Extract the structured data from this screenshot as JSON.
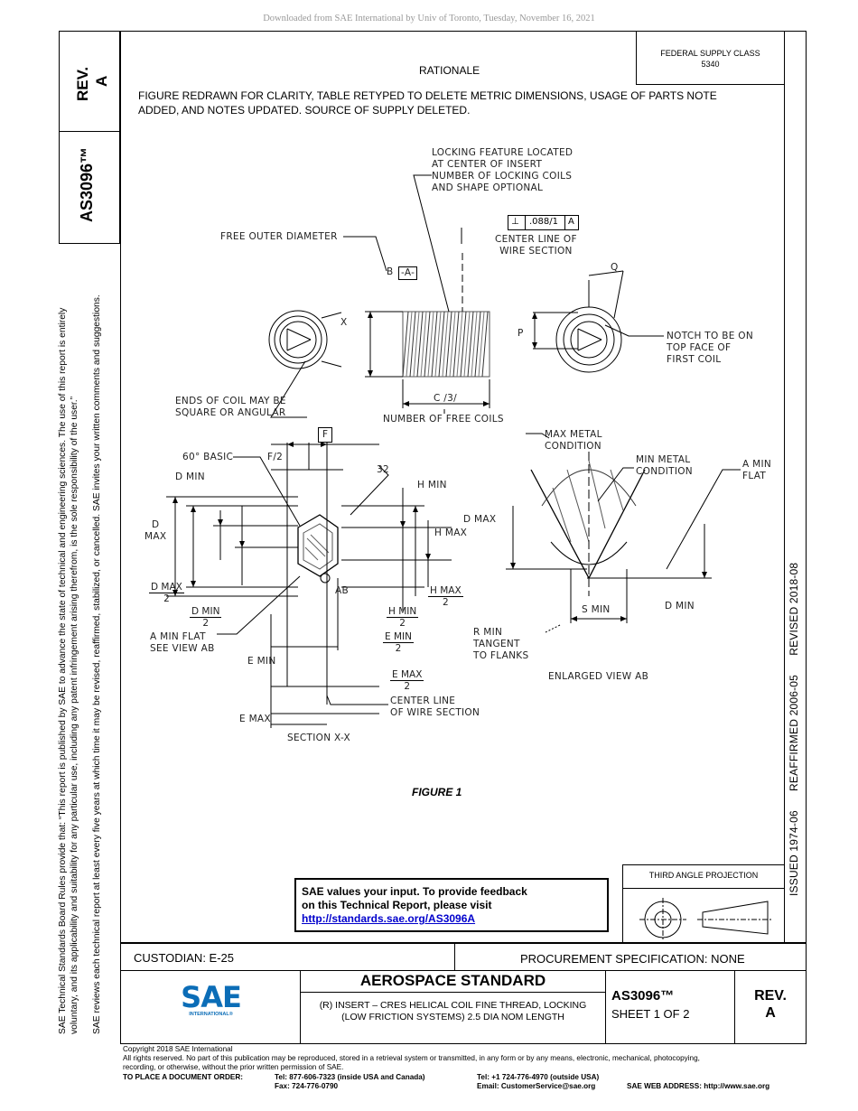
{
  "header": {
    "download_note": "Downloaded from SAE International by Univ of Toronto, Tuesday, November 16, 2021"
  },
  "side_tab": {
    "rev_label": "REV.",
    "rev_value": "A",
    "doc_number": "AS3096™"
  },
  "federal_supply": {
    "label": "FEDERAL SUPPLY CLASS",
    "value": "5340"
  },
  "rationale": {
    "title": "RATIONALE",
    "line1": "FIGURE REDRAWN FOR CLARITY, TABLE RETYPED TO DELETE METRIC DIMENSIONS, USAGE OF PARTS NOTE",
    "line2": "ADDED, AND NOTES UPDATED. SOURCE OF SUPPLY DELETED."
  },
  "left_margin": {
    "line1": "SAE Technical Standards Board Rules provide that: “This report is published by SAE to advance the state of technical and engineering sciences. The use of this report is entirely",
    "line2": "voluntary, and its applicability and suitability for any particular use, including any patent infringement arising therefrom, is the sole responsibility of the user.”",
    "line3": "SAE reviews each technical report at least every five years at which time it may be revised, reaffirmed, stabilized, or cancelled. SAE invites your written comments and suggestions."
  },
  "right_margin": {
    "dates": "ISSUED 1974-06      REAFFIRMED 2006-05      REVISED 2018-08"
  },
  "drawing": {
    "locking_feature": [
      "LOCKING FEATURE LOCATED",
      "AT CENTER OF INSERT",
      "NUMBER OF LOCKING COILS",
      "AND SHAPE OPTIONAL"
    ],
    "tolerance_symbol": "⊥",
    "tolerance_value": ".088/1",
    "tolerance_datum": "A",
    "center_line_wire": [
      "CENTER LINE OF",
      "WIRE SECTION"
    ],
    "free_outer_diameter": "FREE OUTER DIAMETER",
    "datum_b": "B",
    "datum_a": "-A-",
    "q": "Q",
    "p": "P",
    "x": "X",
    "notch": [
      "NOTCH TO BE ON",
      "TOP FACE OF",
      "FIRST COIL"
    ],
    "ends_of_coil": [
      "ENDS OF COIL MAY BE",
      "SQUARE OR ANGULAR"
    ],
    "c3": "C /3/",
    "free_coils": "NUMBER OF FREE COILS",
    "f_box": "F",
    "sixty_basic": "60° BASIC",
    "f2": "F/2",
    "thirty_two": "32",
    "d_min": "D MIN",
    "h_min": "H MIN",
    "d_max_top": "D",
    "d_max_bot": "MAX",
    "h_max": "H MAX",
    "d_max_label": "D MAX",
    "d_max_frac_n": "D MAX",
    "d_max_frac_d": "2",
    "ab": "AB",
    "h_max_frac_n": "H MAX",
    "h_max_frac_d": "2",
    "d_min_frac_n": "D MIN",
    "d_min_frac_d": "2",
    "h_min_frac_n": "H MIN",
    "h_min_frac_d": "2",
    "a_min_flat_view": [
      "A MIN FLAT",
      "SEE VIEW AB"
    ],
    "e_min_frac_n": "E MIN",
    "e_min_frac_d": "2",
    "e_min": "E MIN",
    "e_max_frac_n": "E MAX",
    "e_max_frac_d": "2",
    "center_line_wire2": [
      "CENTER LINE",
      "OF WIRE SECTION"
    ],
    "e_max": "E MAX",
    "section_xx": "SECTION X-X",
    "max_metal": [
      "MAX METAL",
      "CONDITION"
    ],
    "min_metal": [
      "MIN METAL",
      "CONDITION"
    ],
    "a_min_flat": [
      "A MIN",
      "FLAT"
    ],
    "s_min": "S MIN",
    "d_min_right": "D MIN",
    "r_min": [
      "R MIN",
      "TANGENT",
      "TO FLANKS"
    ],
    "enlarged_view": "ENLARGED VIEW AB",
    "figure_caption": "FIGURE 1"
  },
  "feedback": {
    "line1": "SAE values your input. To provide feedback",
    "line2": "on this Technical Report, please visit",
    "link": "http://standards.sae.org/AS3096A"
  },
  "projection": {
    "label": "THIRD ANGLE PROJECTION"
  },
  "footer": {
    "custodian": "CUSTODIAN: E-25",
    "procurement": "PROCUREMENT SPECIFICATION: NONE",
    "standard_title": "AEROSPACE STANDARD",
    "desc_line1": "(R) INSERT – CRES HELICAL COIL FINE THREAD, LOCKING",
    "desc_line2": "(LOW FRICTION SYSTEMS) 2.5 DIA NOM LENGTH",
    "doc_number": "AS3096™",
    "sheet": "SHEET 1 OF 2",
    "rev_label": "REV.",
    "rev_value": "A",
    "logo_text": "SAE",
    "logo_sub": "INTERNATIONAL®"
  },
  "copyright": {
    "line1": "Copyright 2018 SAE International",
    "line2": "All rights reserved. No part of this publication may be reproduced, stored in a retrieval system or transmitted, in any form or by any means, electronic, mechanical, photocopying,",
    "line3": "recording, or otherwise, without the prior written permission of SAE.",
    "order_label": "TO PLACE A DOCUMENT ORDER:",
    "tel_us": "Tel: 877-606-7323 (inside USA and Canada)",
    "fax": "Fax: 724-776-0790",
    "tel_int": "Tel: +1 724-776-4970 (outside USA)",
    "email": "Email: CustomerService@sae.org",
    "web": "SAE WEB ADDRESS: http://www.sae.org"
  }
}
